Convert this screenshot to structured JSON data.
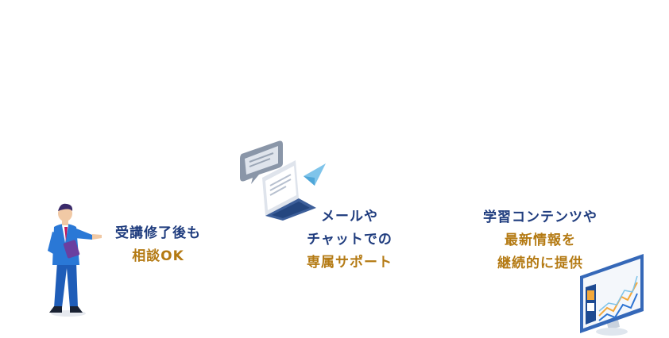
{
  "features": [
    {
      "lines": [
        {
          "text": "受講修了後も",
          "tone": "navy"
        },
        {
          "text": "相談OK",
          "tone": "gold"
        }
      ],
      "icon": "consultant-person-icon"
    },
    {
      "lines": [
        {
          "text": "メールや",
          "tone": "navy"
        },
        {
          "text": "チャットでの",
          "tone": "navy"
        },
        {
          "text": "専属サポート",
          "tone": "gold"
        }
      ],
      "icon": "laptop-chat-icon"
    },
    {
      "lines": [
        {
          "text": "学習コンテンツや",
          "tone": "navy"
        },
        {
          "text": "最新情報を",
          "tone": "gold"
        },
        {
          "text": "継続的に提供",
          "tone": "gold"
        }
      ],
      "icon": "monitor-chart-icon"
    }
  ],
  "colors": {
    "navy": "#1f3c7e",
    "gold": "#b47a13",
    "accent": "#2c73d2"
  }
}
